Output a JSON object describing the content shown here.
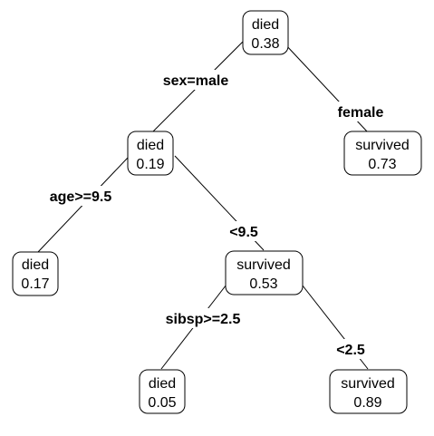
{
  "tree": {
    "nodes": {
      "root": {
        "class": "died",
        "value": "0.38"
      },
      "female": {
        "class": "survived",
        "value": "0.73"
      },
      "male": {
        "class": "died",
        "value": "0.19"
      },
      "age_ge": {
        "class": "died",
        "value": "0.17"
      },
      "age_lt": {
        "class": "survived",
        "value": "0.53"
      },
      "sibsp_ge": {
        "class": "died",
        "value": "0.05"
      },
      "sibsp_lt": {
        "class": "survived",
        "value": "0.89"
      }
    },
    "edge_labels": {
      "sex_male": "sex=male",
      "sex_female": "female",
      "age_ge": "age>=9.5",
      "age_lt": "<9.5",
      "sibsp_ge": "sibsp>=2.5",
      "sibsp_lt": "<2.5"
    }
  }
}
